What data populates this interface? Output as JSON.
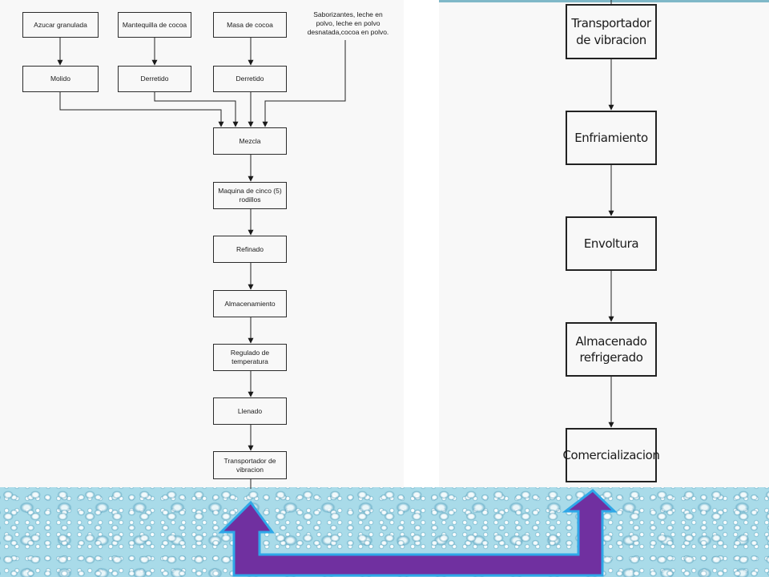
{
  "diagram": {
    "left": {
      "ingredients": [
        "Azucar granulada",
        "Mantequilla de cocoa",
        "Masa de cocoa"
      ],
      "flavorings_note": "Saborizantes, leche en polvo, leche en polvo desnatada,cocoa en polvo.",
      "preprocess": [
        "Molido",
        "Derretido",
        "Derretido"
      ],
      "steps": [
        "Mezcla",
        "Maquina de cinco (5) rodillos",
        "Refinado",
        "Almacenamiento",
        "Regulado de temperatura",
        "Llenado",
        "Transportador de vibracion"
      ]
    },
    "right": {
      "steps": [
        "Transportador de vibracion",
        "Enfriamiento",
        "Envoltura",
        "Almacenado refrigerado",
        "Comercializacion"
      ]
    }
  },
  "colors": {
    "water": "#a9dbe9",
    "arrow_fill": "#7030a0",
    "arrow_outline": "#2fa8e8"
  }
}
